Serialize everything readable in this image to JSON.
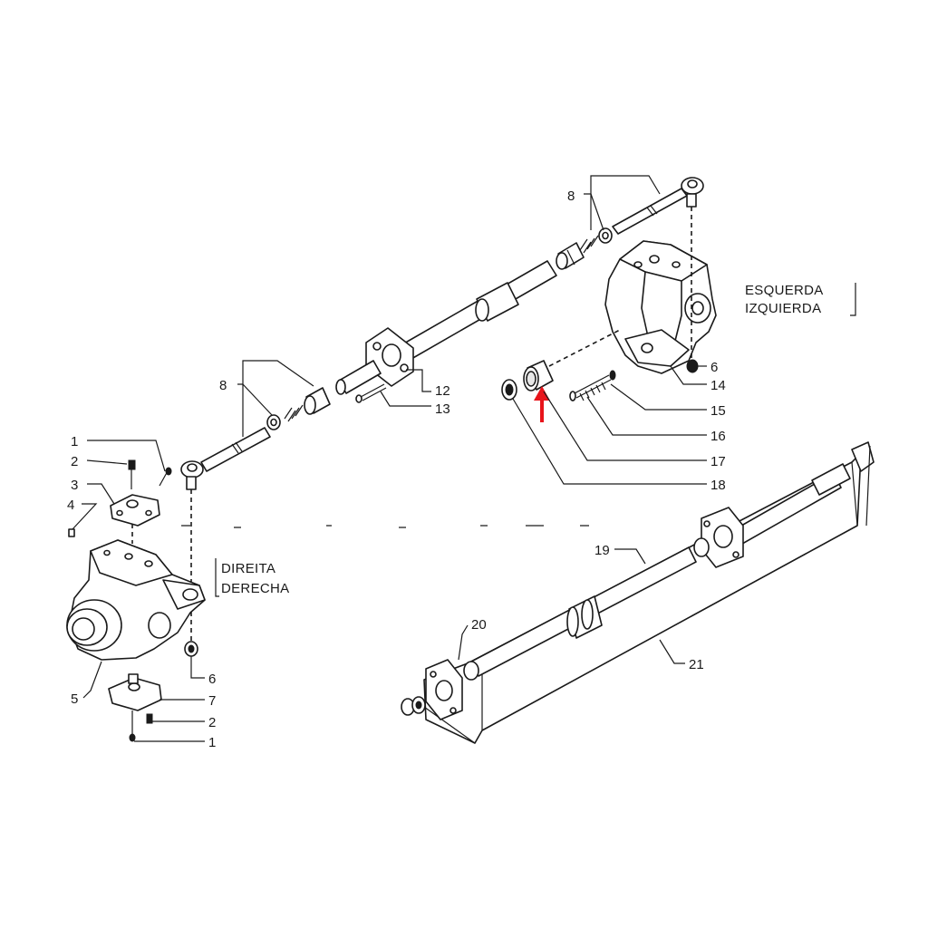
{
  "labels": {
    "p1": "1",
    "p2": "2",
    "p3": "3",
    "p4": "4",
    "p5": "5",
    "p6": "6",
    "p7": "7",
    "p8": "8",
    "p12": "12",
    "p13": "13",
    "p14": "14",
    "p15": "15",
    "p16": "16",
    "p17": "17",
    "p18": "18",
    "p19": "19",
    "p20": "20",
    "p21": "21"
  },
  "sides": {
    "left_line1": "ESQUERDA",
    "left_line2": "IZQUIERDA",
    "right_line1": "DIREITA",
    "right_line2": "DERECHA"
  },
  "colors": {
    "line": "#1a1a1a",
    "highlight_arrow": "#e8141b",
    "background": "#ffffff"
  },
  "icons": {
    "highlight": "red-arrow-icon"
  }
}
